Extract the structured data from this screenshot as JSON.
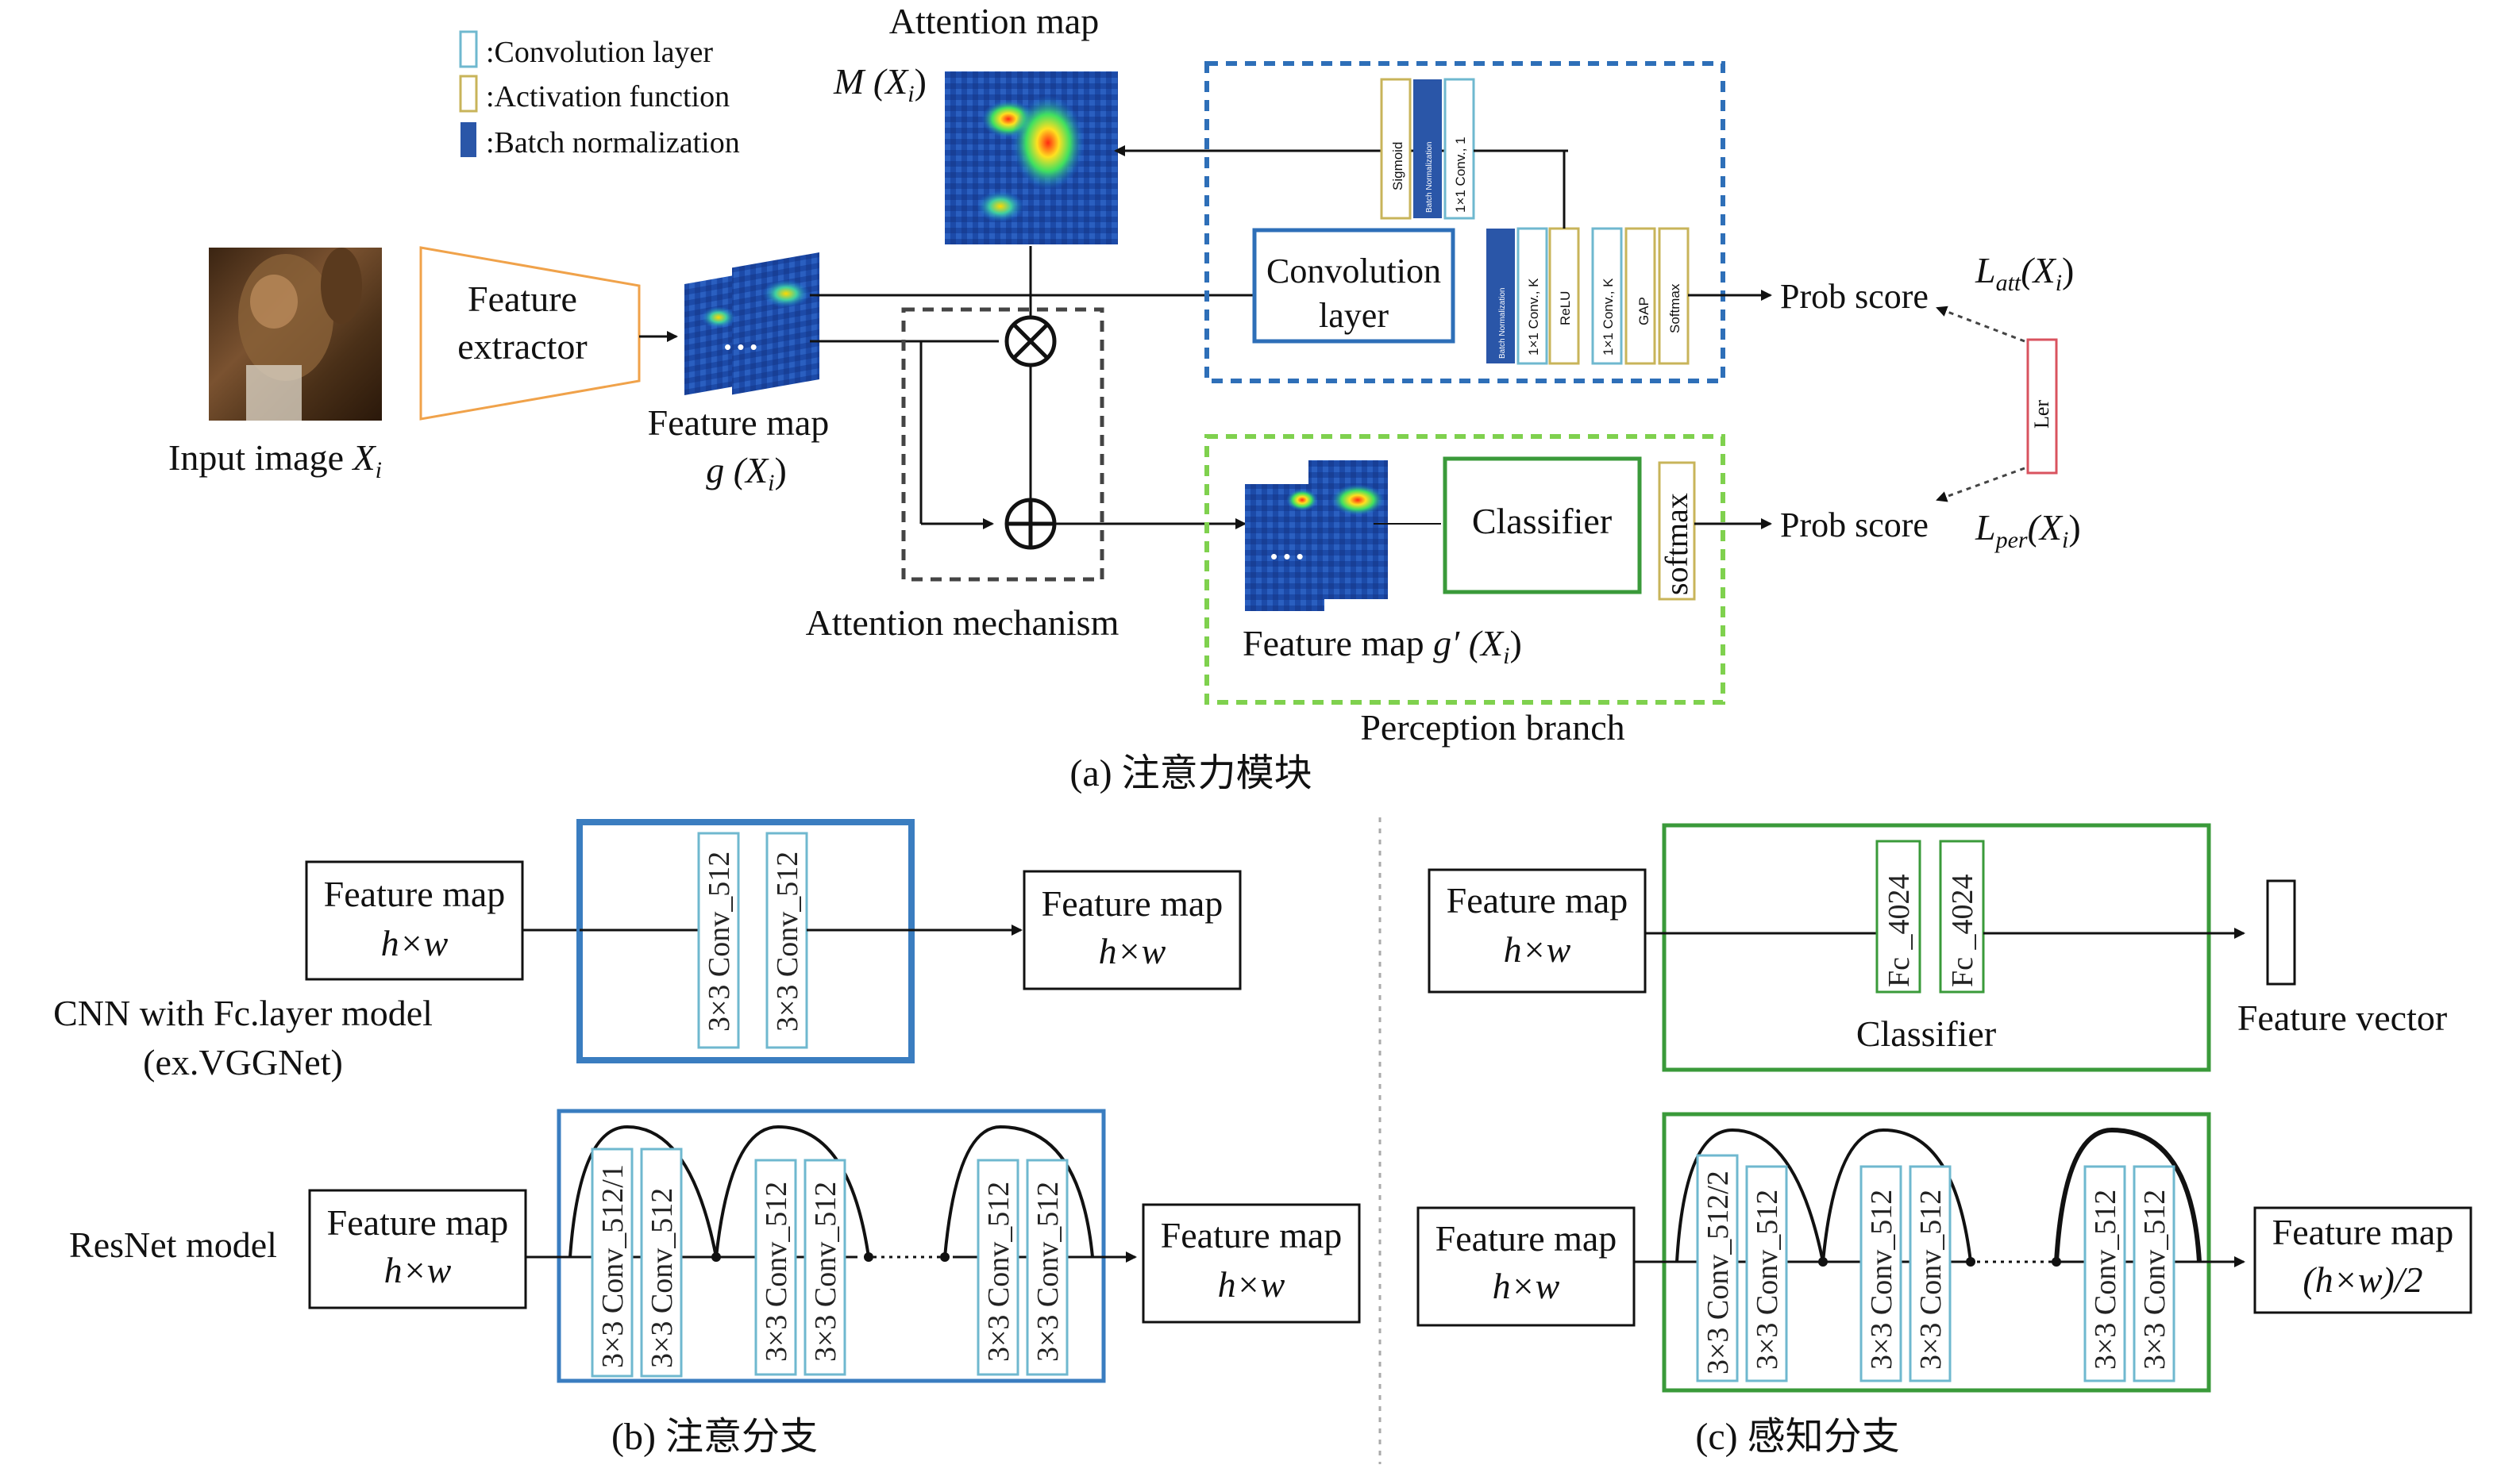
{
  "legend": {
    "conv": ":Convolution layer",
    "act": ":Activation function",
    "bn": ":Batch normalization"
  },
  "colors": {
    "conv": "#6fb8cf",
    "act": "#c8b45a",
    "bn": "#2a56a8",
    "attention_box": "#2e6fb8",
    "perception_box": "#7fd14e",
    "dark_box": "#444444",
    "orange": "#f0a24a",
    "green": "#3a9a3a",
    "red": "#d9535f",
    "blue_panel": "#3a7dc0"
  },
  "panel_a": {
    "caption": "(a) 注意力模块",
    "input_label": "Input image ",
    "input_var": "X",
    "input_sub": "i",
    "feature_extractor": [
      "Feature",
      "extractor"
    ],
    "feature_map_label": "Feature map",
    "feature_map_func": "g (",
    "feature_map_var": "X",
    "feature_map_sub": "i",
    "feature_map_close": ")",
    "attention_map_title": "Attention map",
    "attention_map_func": "M (",
    "attention_map_var": "X",
    "attention_map_sub": "i",
    "attention_map_close": ")",
    "conv_layer": [
      "Convolution",
      "layer"
    ],
    "bn_label": "Batch Normalization",
    "conv_1x1_k": "1×1 Conv., K",
    "relu": "ReLU",
    "conv_1x1_k2": "1×1 Conv., K",
    "gap": "GAP",
    "softmax_small": "Softmax",
    "sigmoid": "Sigmoid",
    "bn_label2": "Batch Normalization",
    "conv_1x1_1": "1×1 Conv., 1",
    "prob_score_top": "Prob score",
    "prob_score_bottom": "Prob score",
    "l_att": "L",
    "l_att_sub": "att",
    "l_att_arg": "(X",
    "l_att_arg_sub": "i",
    "l_att_close": ")",
    "l_per": "L",
    "l_per_sub": "per",
    "l_per_arg": "(X",
    "l_per_arg_sub": "i",
    "l_per_close": ")",
    "ler": "Ler",
    "attention_mechanism": "Attention mechanism",
    "classifier": "Classifier",
    "softmax": "softmax",
    "feature_map2_label": "Feature map ",
    "feature_map2_func": "g′ (",
    "feature_map2_var": "X",
    "feature_map2_sub": "i",
    "feature_map2_close": ")",
    "perception_branch": "Perception branch"
  },
  "panel_b": {
    "caption": "(b) 注意分支",
    "row1_model": [
      "CNN with Fc.layer model",
      "(ex.VGGNet)"
    ],
    "row2_model": "ResNet model",
    "feature_map": "Feature map",
    "hw": "h×w",
    "row1_convs": [
      "3×3 Conv_512",
      "3×3 Conv_512"
    ],
    "row2_convs": [
      "3×3 Conv_512/1",
      "3×3 Conv_512",
      "3×3 Conv_512",
      "3×3 Conv_512",
      "3×3 Conv_512",
      "3×3 Conv_512"
    ]
  },
  "panel_c": {
    "caption": "(c) 感知分支",
    "feature_map": "Feature map",
    "hw": "h×w",
    "hw_half": "(h×w)/2",
    "fc": [
      "Fc _4024",
      "Fc _4024"
    ],
    "classifier": "Classifier",
    "feature_vector": "Feature vector",
    "row2_convs": [
      "3×3 Conv_512/2",
      "3×3 Conv_512",
      "3×3 Conv_512",
      "3×3 Conv_512",
      "3×3 Conv_512",
      "3×3 Conv_512"
    ]
  }
}
